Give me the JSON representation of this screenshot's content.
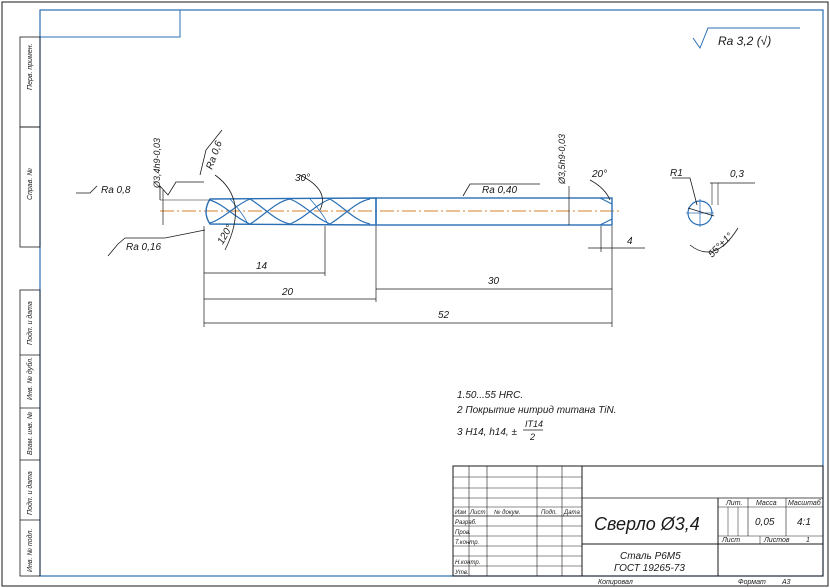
{
  "roughness_general": "Ra 3,2 (√)",
  "side_stamps": [
    "Перв. примен.",
    "Справ. №",
    "Подп. и дата",
    "Инв. № дубл.",
    "Взам. инв. №",
    "Подп. и дата",
    "Инв. № подл."
  ],
  "drill": {
    "ra_tip": "Ra 0,8",
    "ra_edge": "Ra 0,16",
    "ra_shank": "Ra 0,40",
    "dia_tip": "Ø3,4h9-0,03",
    "dia_shank": "Ø3,5h9-0,03",
    "ra_tip2": "Ra 0,6",
    "angle_tip": "120°",
    "angle_helix": "30°",
    "angle_chamfer": "20°",
    "dim_14": "14",
    "dim_20": "20",
    "dim_30": "30",
    "dim_52": "52",
    "dim_4": "4"
  },
  "detail": {
    "r": "R1",
    "w": "0,3",
    "angle": "55°±1°"
  },
  "notes": {
    "n1": "1.50...55 HRC.",
    "n2": "2 Покрытие нитрид титана TiN.",
    "n3_prefix": "3 H14, h14, ±",
    "n3_num": "IT14",
    "n3_den": "2"
  },
  "title_block": {
    "title": "Сверло Ø3,4",
    "material": "Сталь Р6М5",
    "standard": "ГОСТ 19265-73",
    "col_headers": [
      "Изм",
      "Лист",
      "№ докум.",
      "Подп.",
      "Дата"
    ],
    "row_labels": [
      "Разраб.",
      "Пров.",
      "Т.контр.",
      "",
      "Н.контр.",
      "Утв."
    ],
    "lit_label": "Лит.",
    "mass_label": "Масса",
    "scale_label": "Масштаб",
    "mass": "0,05",
    "scale": "4:1",
    "sheet_label": "Лист",
    "sheets_label": "Листов",
    "sheets": "1",
    "copied": "Копировал",
    "format": "Формат",
    "format_val": "А3"
  }
}
